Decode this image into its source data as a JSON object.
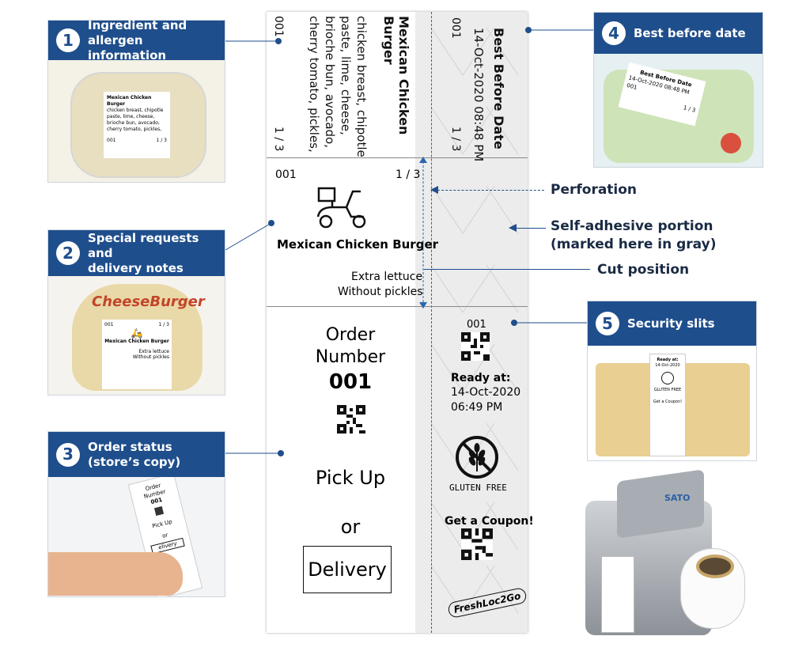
{
  "callouts": [
    {
      "number": "1",
      "title_line1": "Ingredient and",
      "title_line2": "allergen information"
    },
    {
      "number": "2",
      "title_line1": "Special requests and",
      "title_line2": "delivery notes"
    },
    {
      "number": "3",
      "title_line1": "Order status",
      "title_line2": "(store’s copy)"
    },
    {
      "number": "4",
      "title_line1": "Best before date",
      "title_line2": ""
    },
    {
      "number": "5",
      "title_line1": "Security slits",
      "title_line2": ""
    }
  ],
  "thumbs": {
    "burger_name": "Mexican Chicken Burger",
    "burger_ingredients": [
      "chicken breast, chipotle",
      "paste, lime, cheese,",
      "brioche bun, avocado,",
      "cherry tomato, pickles,"
    ],
    "burger_code": "001",
    "burger_page": "1 / 3",
    "cheeseburger_logo": "CheeseBurger",
    "delivery_code": "001",
    "delivery_page": "1 / 3",
    "delivery_name": "Mexican Chicken Burger",
    "delivery_note1": "Extra lettuce",
    "delivery_note2": "Without pickles",
    "order_l1": "Order",
    "order_l2": "Number",
    "order_l3": "001",
    "order_pick": "Pick Up",
    "order_or": "or",
    "order_del": "elivery",
    "bb_title": "Best Before Date",
    "bb_date": "14-Oct-2020  08:48 PM",
    "bb_code": "001",
    "bb_page": "1 / 3",
    "bag_ready": "Ready at:",
    "bag_date": "14-Oct-2020",
    "bag_gf": "GLUTEN FREE",
    "bag_coupon": "Get a Coupon!",
    "printer_brand": "SATO"
  },
  "label": {
    "section1": {
      "code": "001",
      "page": "1 / 3",
      "title_line1": "Mexican Chicken",
      "title_line2": "Burger",
      "ingredients": [
        "chicken breast, chipotle",
        "paste, lime, cheese,",
        "brioche bun, avocado,",
        "cherry tomato, pickles,"
      ]
    },
    "best_before": {
      "code": "001",
      "page": "1 / 3",
      "title": "Best Before Date",
      "date": "14-Oct-2020   08:48 PM"
    },
    "section2": {
      "code": "001",
      "page": "1 / 3",
      "name": "Mexican Chicken Burger",
      "note1": "Extra lettuce",
      "note2": "Without pickles"
    },
    "section3": {
      "order_line1": "Order",
      "order_line2": "Number",
      "order_number": "001",
      "pickup": "Pick Up",
      "or": "or",
      "delivery": "Delivery"
    },
    "right3": {
      "code": "001",
      "ready_label": "Ready at:",
      "ready_date": "14-Oct-2020",
      "ready_time": "06:49 PM",
      "gluten_free": "GLUTEN FREE",
      "coupon": "Get a Coupon!",
      "brand": "FreshLoc2Go"
    }
  },
  "annotations": {
    "perforation": "Perforation",
    "adhesive_line1": "Self-adhesive portion",
    "adhesive_line2": "(marked here in gray)",
    "cut": "Cut position"
  },
  "colors": {
    "accent": "#1f4e8c",
    "adhesive_gray": "#ececec",
    "dashed_line": "#2a66b0"
  }
}
